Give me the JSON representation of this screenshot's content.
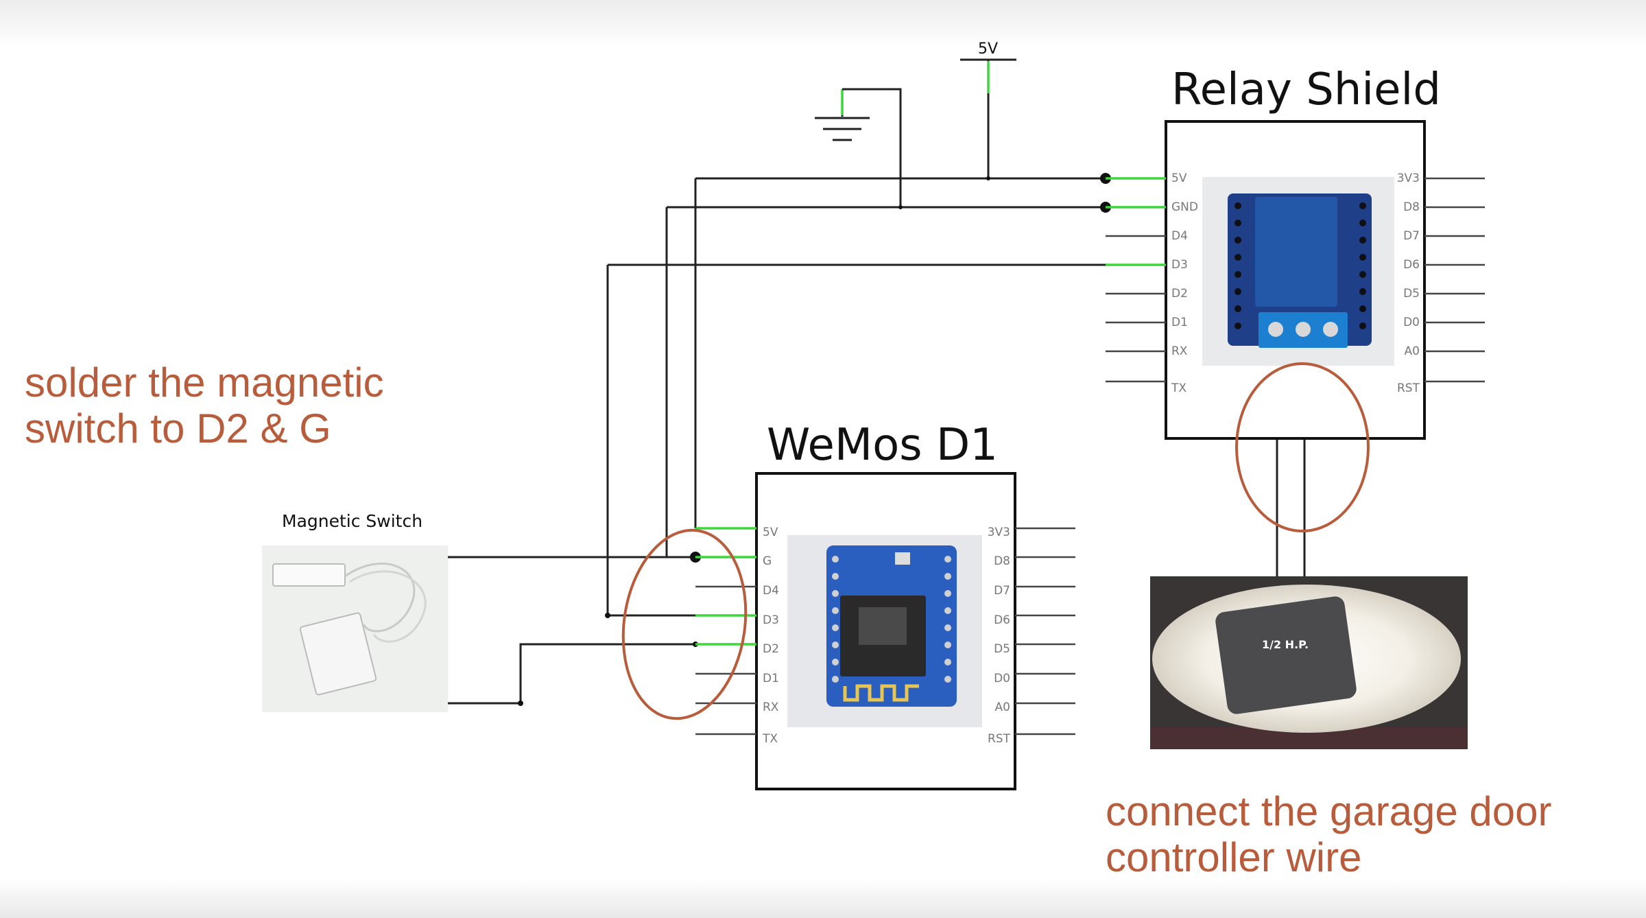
{
  "supply": {
    "label": "5V"
  },
  "relay": {
    "title": "Relay Shield",
    "left_pins": [
      "5V",
      "GND",
      "D4",
      "D3",
      "D2",
      "D1",
      "RX",
      "TX"
    ],
    "right_pins": [
      "3V3",
      "D8",
      "D7",
      "D6",
      "D5",
      "D0",
      "A0",
      "RST"
    ]
  },
  "wemos": {
    "title": "WeMos D1",
    "left_pins": [
      "5V",
      "G",
      "D4",
      "D3",
      "D2",
      "D1",
      "RX",
      "TX"
    ],
    "right_pins": [
      "3V3",
      "D8",
      "D7",
      "D6",
      "D5",
      "D0",
      "A0",
      "RST"
    ]
  },
  "switch": {
    "label": "Magnetic Switch"
  },
  "notes": {
    "solder": [
      "solder the magnetic",
      "switch to D2 & G"
    ],
    "connect": [
      "connect the garage door",
      "controller wire"
    ]
  },
  "photos": {
    "opener_label": "1/2 H.P."
  },
  "colors": {
    "wire": "#222222",
    "highlight": "#3dd63d",
    "annotation": "#b85c3c"
  }
}
